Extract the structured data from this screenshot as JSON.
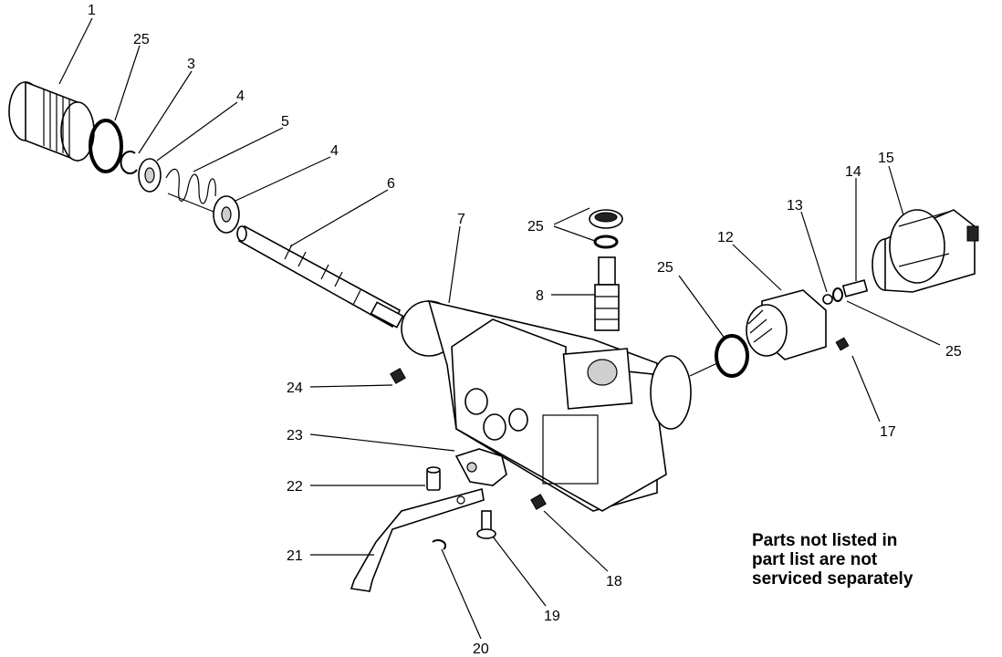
{
  "callouts": {
    "c1": "1",
    "c25a": "25",
    "c3": "3",
    "c4a": "4",
    "c5": "5",
    "c4b": "4",
    "c6": "6",
    "c7": "7",
    "c25b": "25",
    "c8": "8",
    "c25c": "25",
    "c12": "12",
    "c13": "13",
    "c14": "14",
    "c15": "15",
    "c25d": "25",
    "c17": "17",
    "c24": "24",
    "c23": "23",
    "c22": "22",
    "c21": "21",
    "c20": "20",
    "c19": "19",
    "c18": "18"
  },
  "note": {
    "line1": "Parts not listed in",
    "line2": "part list are not",
    "line3": "serviced separately"
  }
}
